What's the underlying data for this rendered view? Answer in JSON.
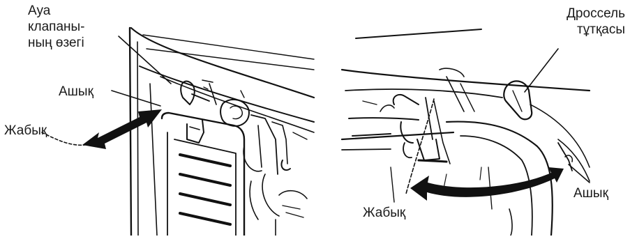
{
  "left_panel": {
    "air_valve_label": [
      "Ауа",
      "клапаны-",
      "ның өзегі"
    ],
    "open_label": "Ашық",
    "closed_label": "Жабық"
  },
  "right_panel": {
    "throttle_label": [
      "Дроссель",
      "тұтқасы"
    ],
    "open_label": "Ашық",
    "closed_label": "Жабық"
  }
}
